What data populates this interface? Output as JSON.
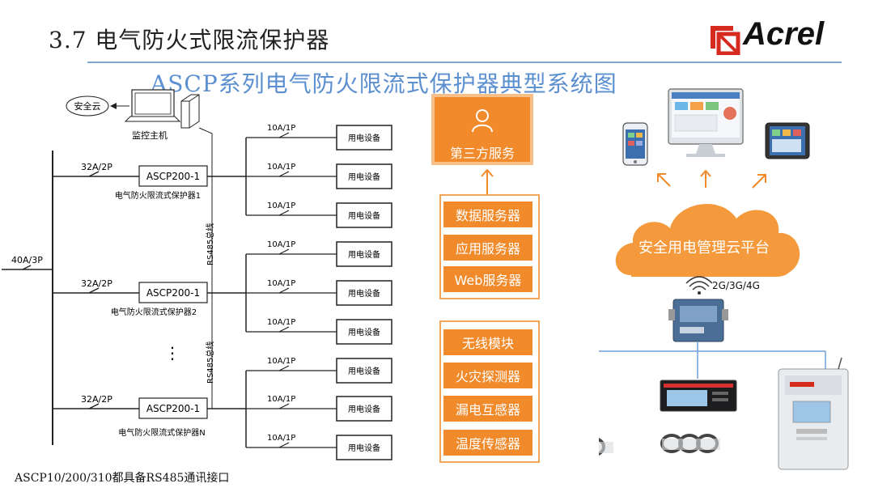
{
  "header": {
    "page_title": "3.7 电气防火式限流保护器",
    "diagram_title": "ASCP系列电气防火限流式保护器典型系统图",
    "logo_text": "Acrel"
  },
  "colors": {
    "title_blue": "#5b8fd0",
    "rule_blue": "#7fa7cf",
    "orange": "#f08a2a",
    "orange_light": "#f7c089",
    "logo_red": "#d62a1e"
  },
  "wiring": {
    "safety_cloud": "安全云",
    "monitor_host": "监控主机",
    "main_breaker": "40A/3P",
    "branch_breaker": "32A/2P",
    "device_breaker": "10A/1P",
    "protector_model": "ASCP200-1",
    "protectors": [
      {
        "name": "电气防火限流式保护器1"
      },
      {
        "name": "电气防火限流式保护器2"
      },
      {
        "name": "电气防火限流式保护器N"
      }
    ],
    "equipment_label": "用电设备",
    "bus_label": "RS485总线",
    "ellipsis": "⋮"
  },
  "services": {
    "third_party": "第三方服务",
    "servers": [
      "数据服务器",
      "应用服务器",
      "Web服务器"
    ],
    "sensors": [
      "无线模块",
      "火灾探测器",
      "漏电互感器",
      "温度传感器"
    ]
  },
  "cloud": {
    "label": "安全用电管理云平台",
    "network": "2G/3G/4G"
  },
  "footer": {
    "note": "ASCP10/200/310都具备RS485通讯接口"
  }
}
